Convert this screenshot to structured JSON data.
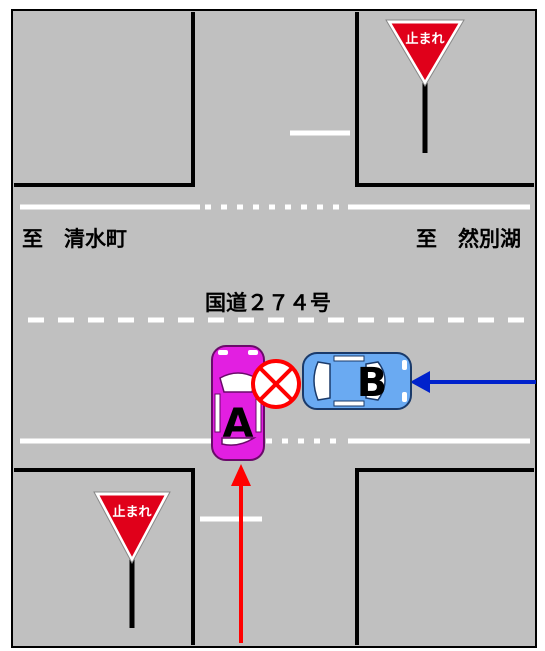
{
  "labels": {
    "west": "至　清水町",
    "east": "至　然別湖",
    "road": "国道２７４号"
  },
  "signs": {
    "stop_text": "止まれ"
  },
  "vehicles": {
    "a_label": "A",
    "b_label": "B"
  },
  "colors": {
    "background": "#ffffff",
    "road": "#c0c0c0",
    "lane_marking": "#ffffff",
    "border": "#000000",
    "vehicle_a": "#e21fe1",
    "vehicle_b": "#6aaaf2",
    "arrow_a": "#ff0000",
    "arrow_b": "#0022cc",
    "collision": "#ff0000",
    "stop_sign": "#e0001a"
  },
  "icons": {
    "collision": "crossed-circle-icon",
    "stop_sign": "inverted-triangle-stop-sign-icon"
  }
}
